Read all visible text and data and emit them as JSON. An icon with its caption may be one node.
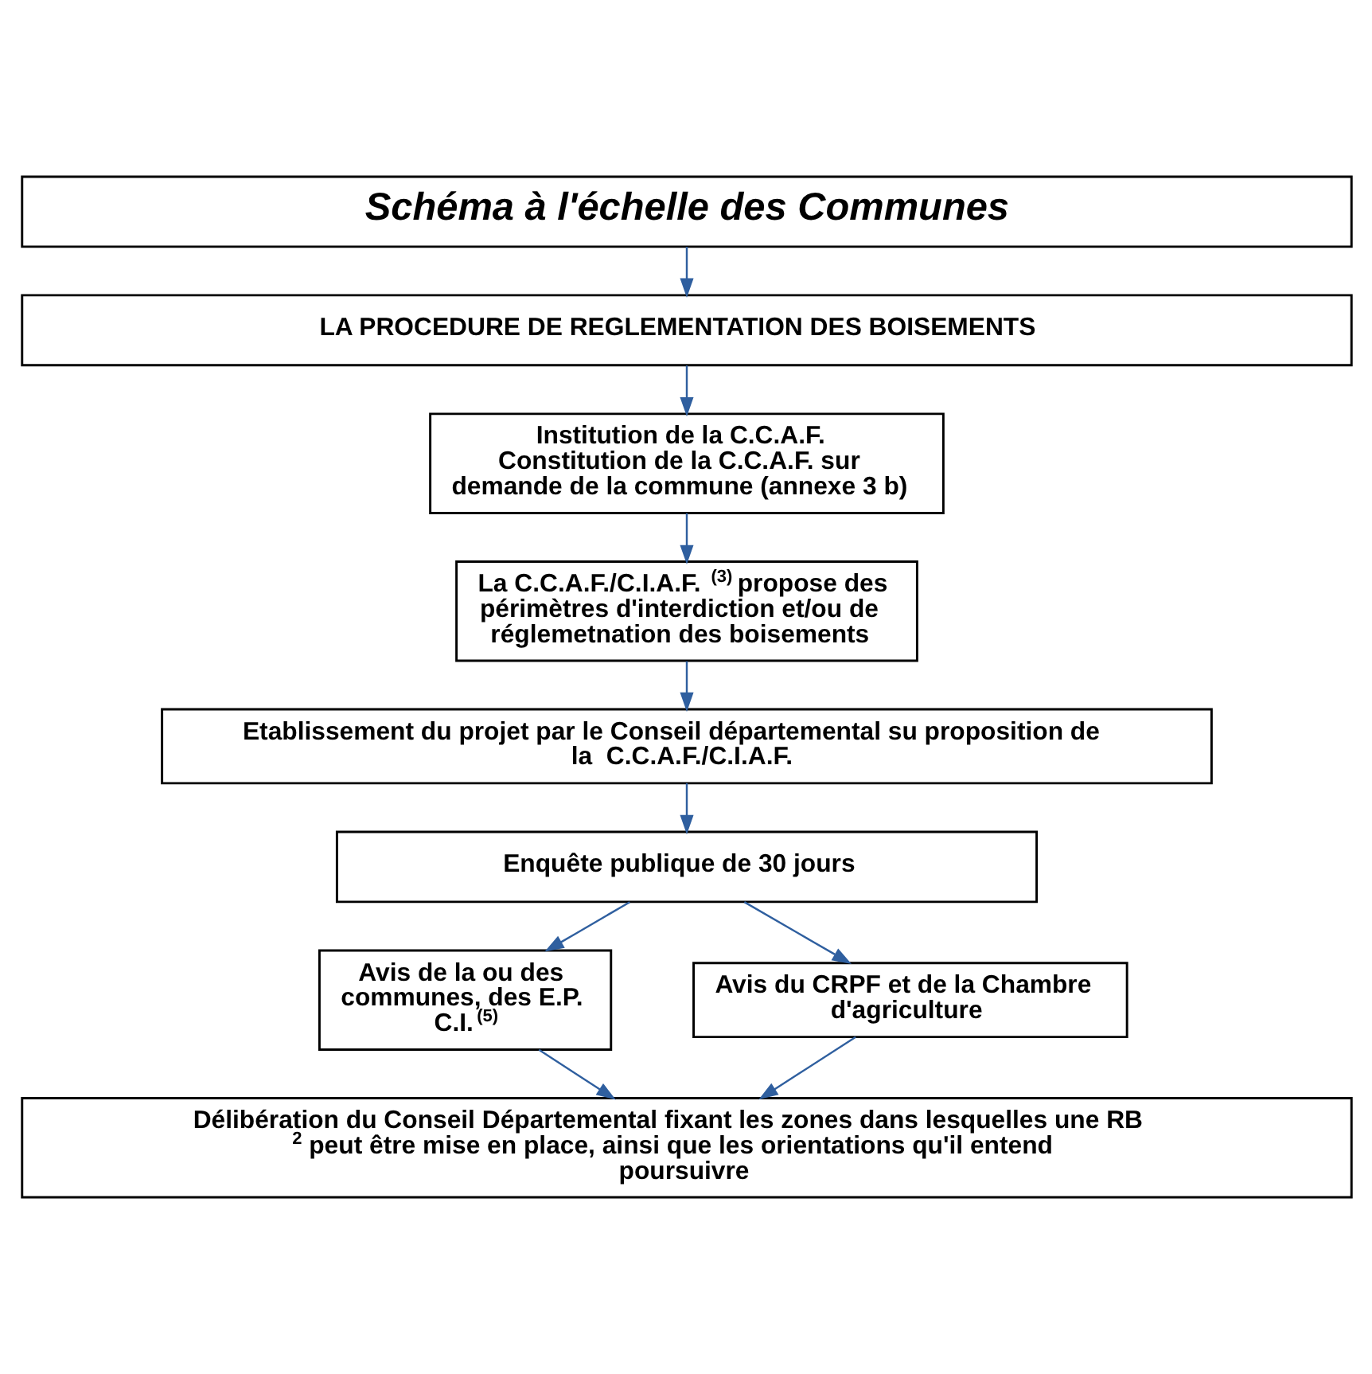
{
  "diagram": {
    "nodes": [
      {
        "text": [
          "Schéma à l'échelle des Communes"
        ]
      },
      {
        "text": [
          "LA PROCEDURE DE REGLEMENTATION DES BOISEMENTS"
        ]
      },
      {
        "text": [
          "Institution de la C.C.A.F.",
          "Constitution de la C.C.A.F. sur demande de la commune (annexe 3 b)"
        ]
      },
      {
        "text": [
          "La C.C.A.F./C.I.A.F.$^{(3)}$ propose des périmètres d'interdiction et/ou de réglemetnation des boisements"
        ]
      },
      {
        "text": [
          "Etablissement du projet par le Conseil départemental su proposition de la  C.C.A.F./C.I.A.F."
        ]
      },
      {
        "text": [
          "Enquête publique de 30 jours"
        ]
      },
      {
        "text": [
          "Avis de la ou des communes, des E.P. C.I.$^{(5)}$"
        ]
      },
      {
        "text": [
          "Avis du CRPF et de la Chambre d'agriculture"
        ]
      },
      {
        "text": [
          "Délibération du Conseil Départemental fixant les zones dans lesquelles une RB $^{2}$ peut être mise en place, ainsi que les orientations qu'il entend poursuivre"
        ]
      }
    ],
    "edges": [
      {
        "from": 0,
        "to": 1,
        "arrow": "to"
      },
      {
        "from": 1,
        "to": 2,
        "arrow": "to"
      },
      {
        "from": 2,
        "to": 3,
        "arrow": "to"
      },
      {
        "from": 3,
        "to": 4,
        "arrow": "to"
      },
      {
        "from": 4,
        "to": 5,
        "arrow": "to"
      },
      {
        "from": 5,
        "to": 6,
        "arrow": "to"
      },
      {
        "from": 5,
        "to": 7,
        "arrow": "to"
      },
      {
        "from": 6,
        "to": 8,
        "arrow": "to"
      },
      {
        "from": 7,
        "to": 8,
        "arrow": "to"
      }
    ]
  }
}
